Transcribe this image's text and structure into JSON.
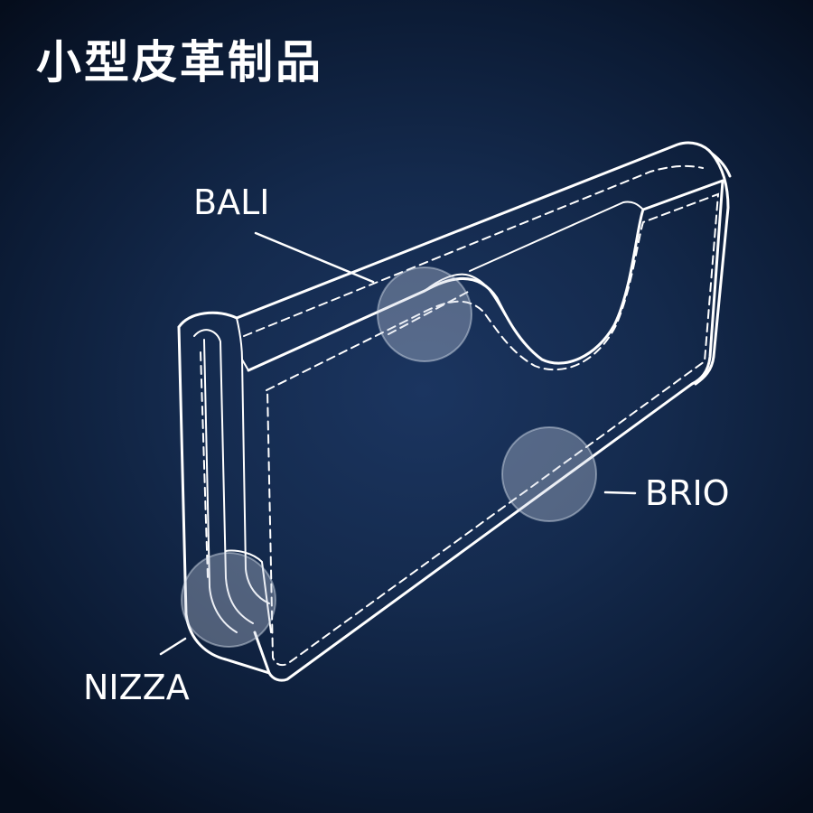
{
  "title": "小型皮革制品",
  "callouts": [
    {
      "id": "bali",
      "label": "BALI"
    },
    {
      "id": "brio",
      "label": "BRIO"
    },
    {
      "id": "nizza",
      "label": "NIZZA"
    }
  ],
  "colors": {
    "background_center": "#1b3560",
    "background_edge": "#050d1c",
    "line": "#ffffff",
    "hotspot": "#c8d2e1"
  }
}
